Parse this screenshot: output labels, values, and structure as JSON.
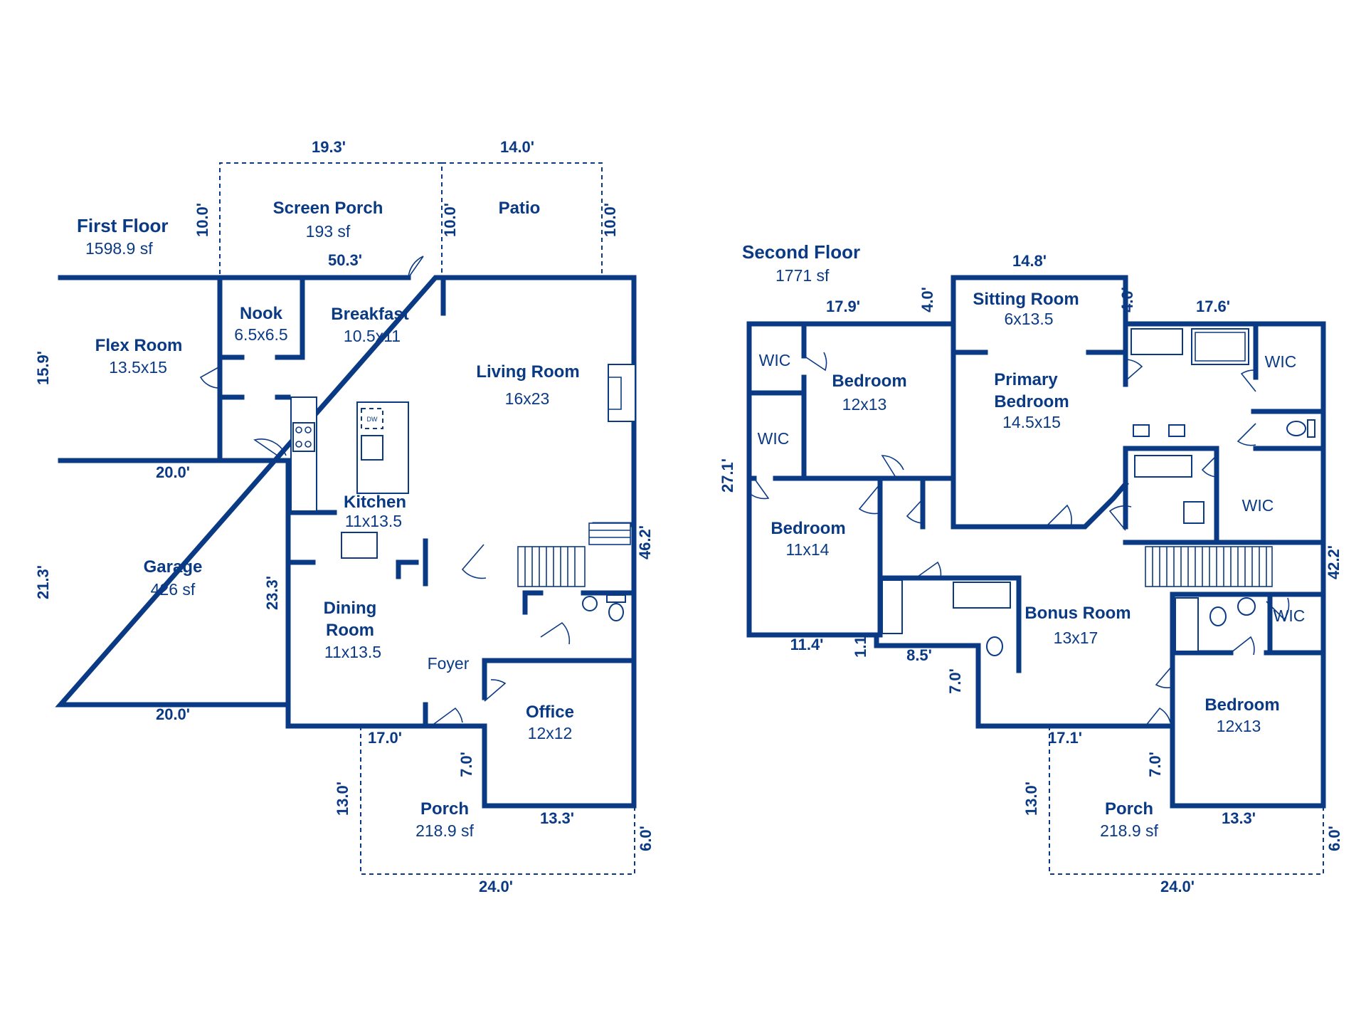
{
  "first_floor": {
    "title": "First Floor",
    "area": "1598.9 sf",
    "rooms": {
      "screen_porch": {
        "name": "Screen Porch",
        "size": "193 sf"
      },
      "patio": {
        "name": "Patio"
      },
      "nook": {
        "name": "Nook",
        "size": "6.5x6.5"
      },
      "breakfast": {
        "name": "Breakfast",
        "size": "10.5x11"
      },
      "flex_room": {
        "name": "Flex Room",
        "size": "13.5x15"
      },
      "living_room": {
        "name": "Living Room",
        "size": "16x23"
      },
      "kitchen": {
        "name": "Kitchen",
        "size": "11x13.5"
      },
      "garage": {
        "name": "Garage",
        "size": "426 sf"
      },
      "dining_room": {
        "name_line1": "Dining",
        "name_line2": "Room",
        "size": "11x13.5"
      },
      "foyer": {
        "name": "Foyer"
      },
      "office": {
        "name": "Office",
        "size": "12x12"
      },
      "porch": {
        "name": "Porch",
        "size": "218.9 sf"
      }
    },
    "dims": {
      "top_left": "19.3'",
      "top_right": "14.0'",
      "porch_left_h": "10.0'",
      "porch_mid_h": "10.0'",
      "porch_right_h": "10.0'",
      "overall_width": "50.3'",
      "flex_height": "15.9'",
      "garage_top": "20.0'",
      "garage_height": "21.3'",
      "garage_inner_height": "23.3'",
      "garage_bottom": "20.0'",
      "right_height": "46.2'",
      "front_left": "17.0'",
      "porch_depth": "13.0'",
      "porch_step": "7.0'",
      "office_width": "13.3'",
      "porch_right": "6.0'",
      "porch_width": "24.0'",
      "dw_label": "DW"
    }
  },
  "second_floor": {
    "title": "Second Floor",
    "area": "1771 sf",
    "rooms": {
      "sitting_room": {
        "name": "Sitting Room",
        "size": "6x13.5"
      },
      "wic_1": {
        "name": "WIC"
      },
      "wic_2": {
        "name": "WIC"
      },
      "wic_3": {
        "name": "WIC"
      },
      "wic_4": {
        "name": "WIC"
      },
      "wic_5": {
        "name": "WIC"
      },
      "bedroom_1": {
        "name": "Bedroom",
        "size": "12x13"
      },
      "primary_bedroom": {
        "name_line1": "Primary",
        "name_line2": "Bedroom",
        "size": "14.5x15"
      },
      "bedroom_2": {
        "name": "Bedroom",
        "size": "11x14"
      },
      "bonus_room": {
        "name": "Bonus Room",
        "size": "13x17"
      },
      "bedroom_3": {
        "name": "Bedroom",
        "size": "12x13"
      },
      "porch": {
        "name": "Porch",
        "size": "218.9 sf"
      }
    },
    "dims": {
      "sitting_width": "14.8'",
      "left_step": "4.0'",
      "right_step": "4.0'",
      "left_top": "17.9'",
      "right_top": "17.6'",
      "left_height": "27.1'",
      "right_height": "42.2'",
      "bed2_width": "11.4'",
      "small_step": "1.1'",
      "bath_width": "8.5'",
      "bonus_step": "7.0'",
      "front_left": "17.1'",
      "porch_depth": "13.0'",
      "porch_step": "7.0'",
      "bed3_width": "13.3'",
      "porch_right": "6.0'",
      "porch_width": "24.0'"
    }
  }
}
